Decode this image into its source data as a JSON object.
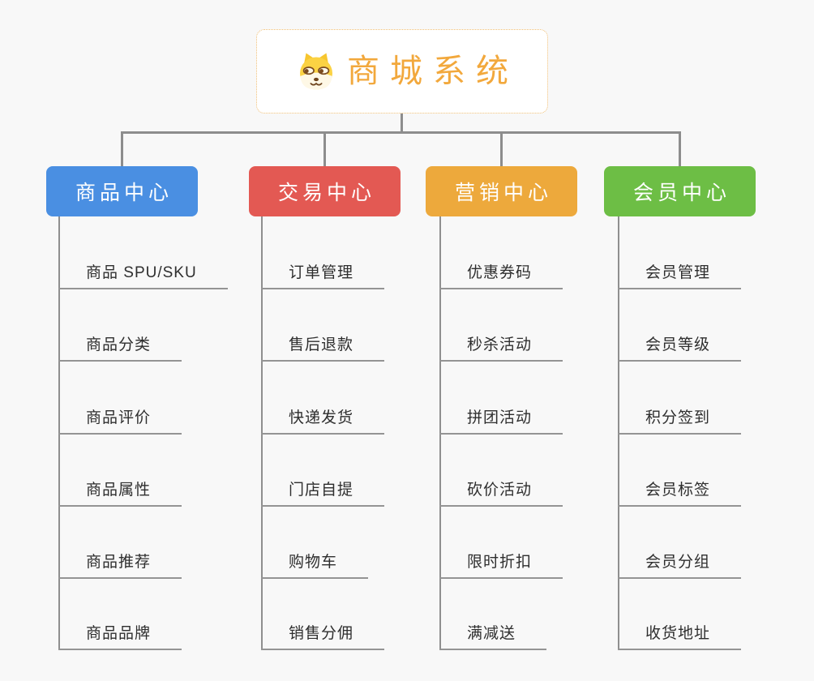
{
  "root": {
    "title": "商城系统",
    "icon": "dog-face-icon",
    "title_color": "#f2a83c",
    "border_color": "#f0be74",
    "background": "#ffffff"
  },
  "branches": [
    {
      "label": "商品中心",
      "color": "#4a8fe2",
      "leaves": [
        "商品 SPU/SKU",
        "商品分类",
        "商品评价",
        "商品属性",
        "商品推荐",
        "商品品牌"
      ]
    },
    {
      "label": "交易中心",
      "color": "#e35953",
      "leaves": [
        "订单管理",
        "售后退款",
        "快递发货",
        "门店自提",
        "购物车",
        "销售分佣"
      ]
    },
    {
      "label": "营销中心",
      "color": "#eda93c",
      "leaves": [
        "优惠券码",
        "秒杀活动",
        "拼团活动",
        "砍价活动",
        "限时折扣",
        "满减送"
      ]
    },
    {
      "label": "会员中心",
      "color": "#6dbe45",
      "leaves": [
        "会员管理",
        "会员等级",
        "积分签到",
        "会员标签",
        "会员分组",
        "收货地址"
      ]
    }
  ],
  "style": {
    "background_color": "#f8f8f8",
    "connector_color": "#8d8d8d",
    "underline_color": "#949494",
    "leaf_text_color": "#2e2e2e"
  }
}
